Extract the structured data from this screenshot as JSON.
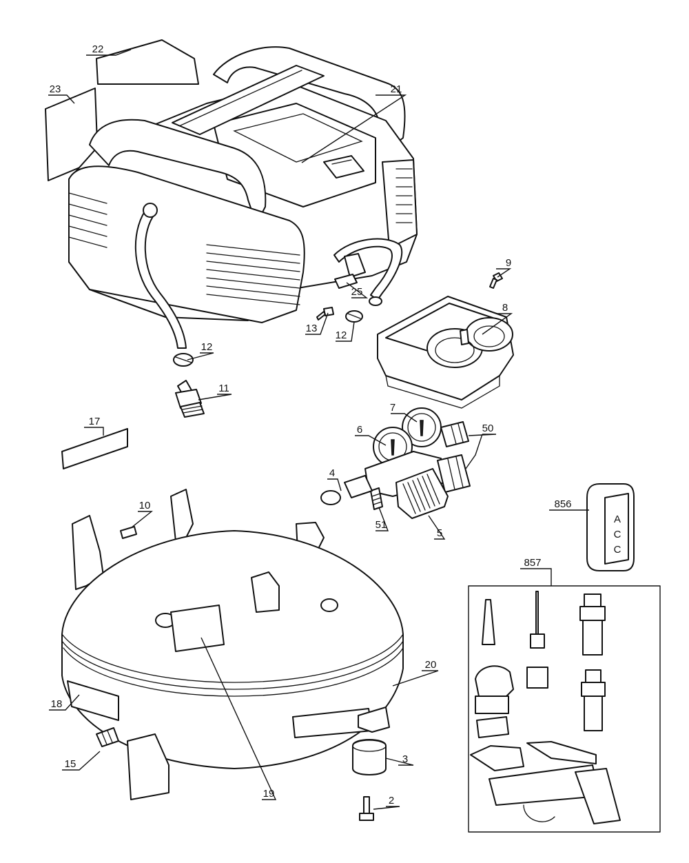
{
  "labels": {
    "l22": "22",
    "l23": "23",
    "l21": "21",
    "l9": "9",
    "l25": "25",
    "l13": "13",
    "l12a": "12",
    "l12b": "12",
    "l8": "8",
    "l11": "11",
    "l17": "17",
    "l7": "7",
    "l6": "6",
    "l50": "50",
    "l4": "4",
    "l10": "10",
    "l856": "856",
    "l51": "51",
    "l5": "5",
    "l857": "857",
    "l20": "20",
    "l18": "18",
    "l15": "15",
    "l3": "3",
    "l19": "19",
    "l2": "2"
  },
  "tag_text": [
    "A",
    "C",
    "C"
  ]
}
